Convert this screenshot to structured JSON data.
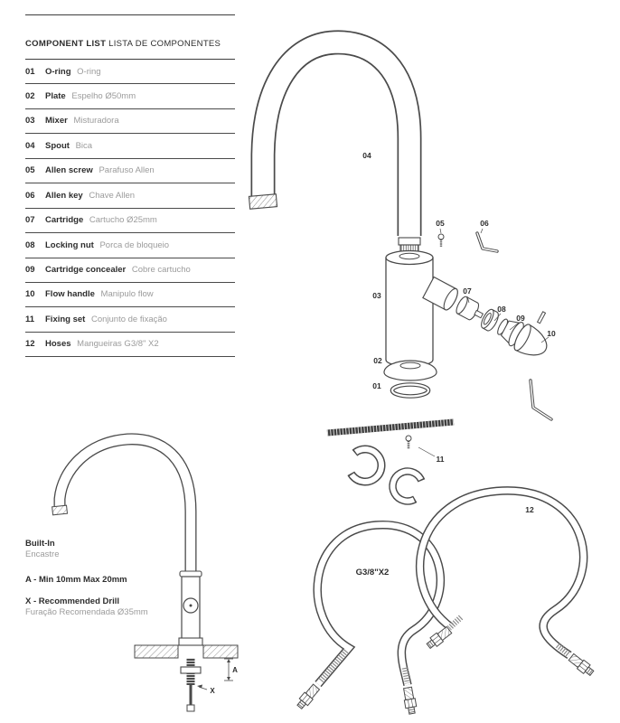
{
  "component_list": {
    "title_en": "COMPONENT LIST",
    "title_pt": "LISTA DE COMPONENTES",
    "items": [
      {
        "num": "01",
        "en": "O-ring",
        "pt": "O-ring"
      },
      {
        "num": "02",
        "en": "Plate",
        "pt": "Espelho Ø50mm"
      },
      {
        "num": "03",
        "en": "Mixer",
        "pt": "Misturadora"
      },
      {
        "num": "04",
        "en": "Spout",
        "pt": "Bica"
      },
      {
        "num": "05",
        "en": "Allen screw",
        "pt": "Parafuso Allen"
      },
      {
        "num": "06",
        "en": "Allen key",
        "pt": "Chave Allen"
      },
      {
        "num": "07",
        "en": "Cartridge",
        "pt": "Cartucho Ø25mm"
      },
      {
        "num": "08",
        "en": "Locking nut",
        "pt": "Porca de bloqueio"
      },
      {
        "num": "09",
        "en": "Cartridge concealer",
        "pt": "Cobre cartucho"
      },
      {
        "num": "10",
        "en": "Flow handle",
        "pt": "Manipulo flow"
      },
      {
        "num": "11",
        "en": "Fixing set",
        "pt": "Conjunto de fixação"
      },
      {
        "num": "12",
        "en": "Hoses",
        "pt": "Mangueiras G3/8\" X2"
      }
    ]
  },
  "exploded": {
    "callouts": {
      "c01": "01",
      "c02": "02",
      "c03": "03",
      "c04": "04",
      "c05": "05",
      "c06": "06",
      "c07": "07",
      "c08": "08",
      "c09": "09",
      "c10": "10",
      "c11": "11",
      "c12": "12"
    },
    "hose_label": "G3/8\"X2"
  },
  "built_in": {
    "title_en": "Built-In",
    "title_pt": "Encastre",
    "note_a": "A - Min 10mm Max 20mm",
    "note_x_en": "X - Recommended Drill",
    "note_x_pt": "Furação Recomendada Ø35mm",
    "dim_a": "A",
    "dim_x": "X"
  },
  "colors": {
    "line": "#4a4a4a",
    "text": "#2d2d2d",
    "muted": "#9b9b9b"
  }
}
